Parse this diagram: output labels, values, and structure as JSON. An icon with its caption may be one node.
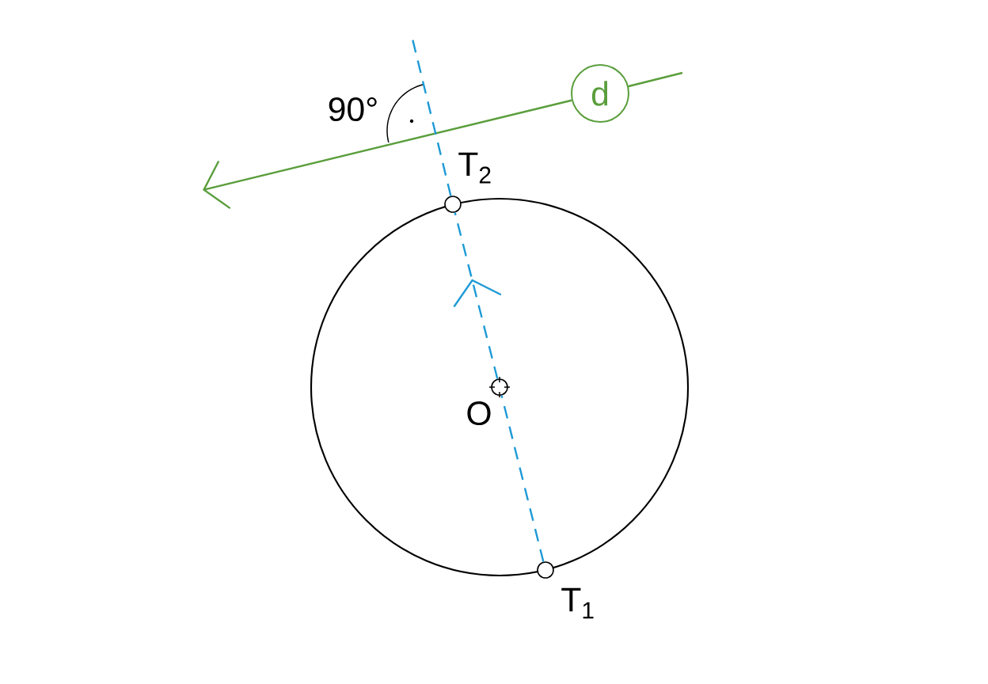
{
  "diagram": {
    "nodes": [
      {
        "text": [
          "d"
        ]
      },
      {
        "text": [],
        "shape": "circle",
        "beside": [
          "T$_{2}$"
        ]
      },
      {
        "text": [],
        "shape": "circle",
        "beside": [
          "O"
        ]
      },
      {
        "text": [],
        "shape": "circle",
        "beside": [
          "T$_{1}$"
        ]
      }
    ],
    "edges": [
      {
        "from": 0,
        "to": null,
        "arrow": "to",
        "color": "#5a9e3c"
      },
      {
        "from": 3,
        "to": 2,
        "arrow": "none",
        "style": "dashed",
        "color": "#1e9ad6"
      },
      {
        "from": 2,
        "to": 1,
        "arrow": "to",
        "style": "dashed",
        "color": "#1e9ad6"
      }
    ],
    "labels": [
      "90°"
    ]
  }
}
